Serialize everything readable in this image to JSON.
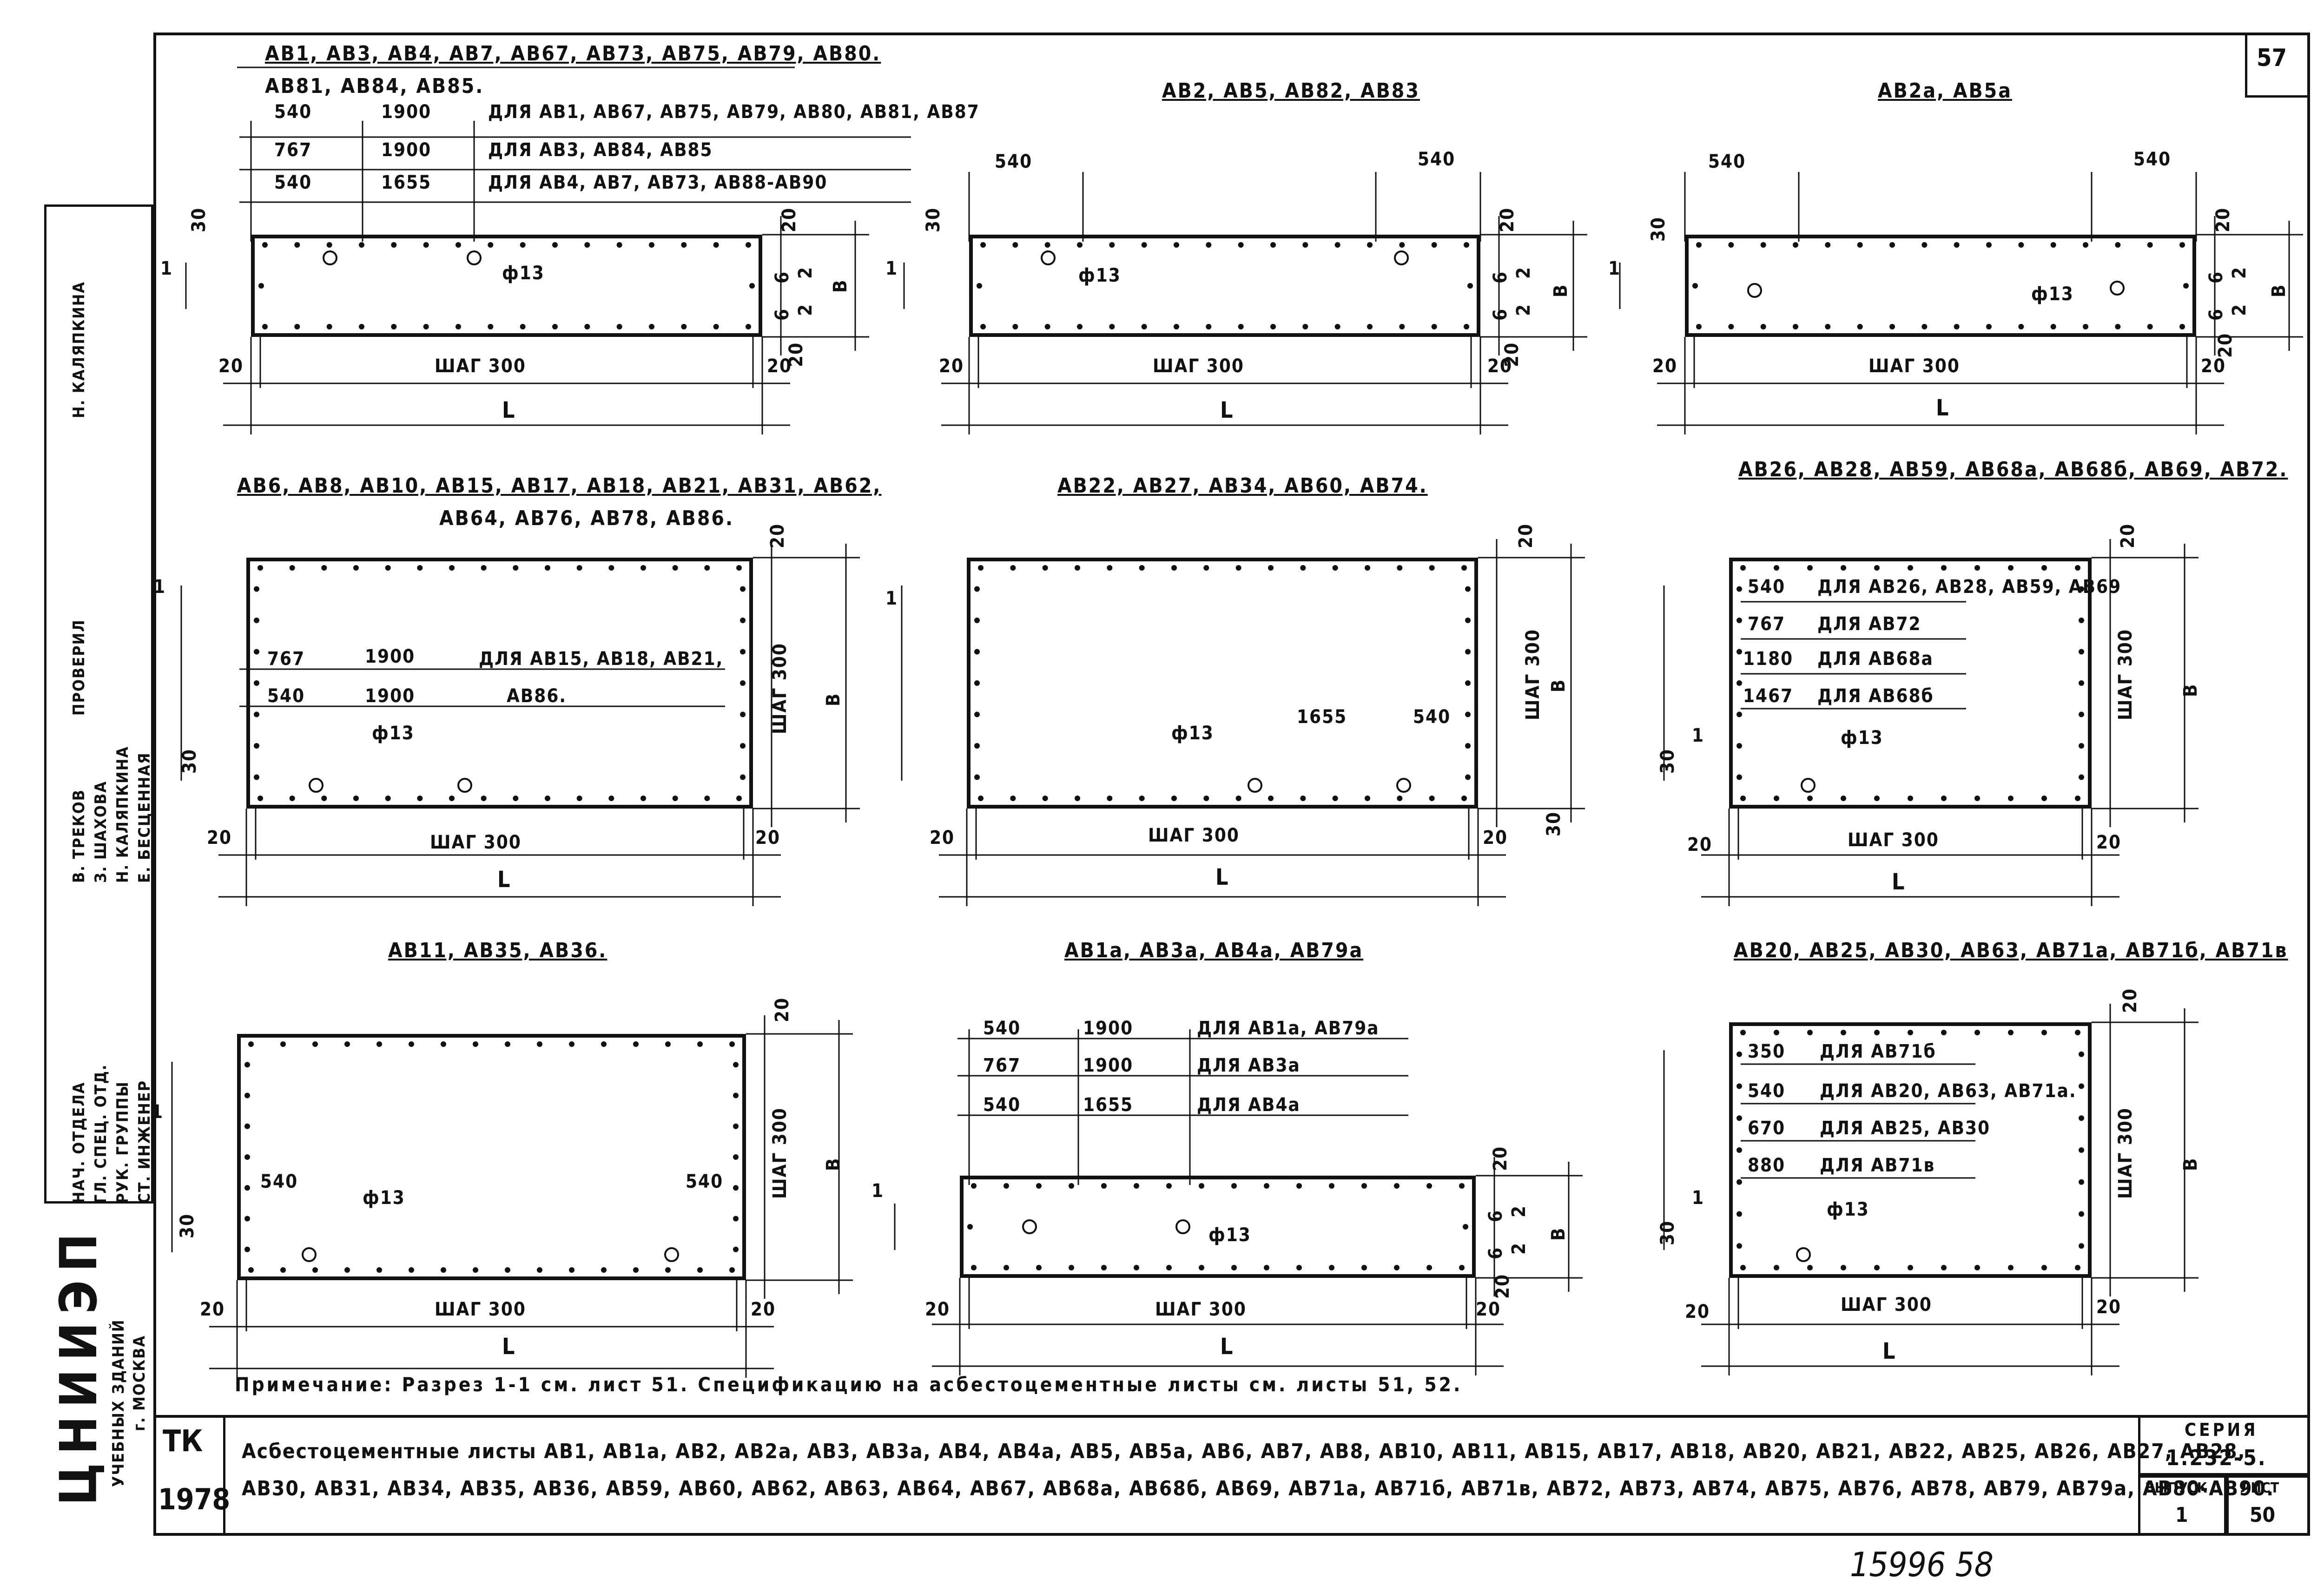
{
  "sheet": {
    "corner_number": "57",
    "bottom_handwriting": "15996  58"
  },
  "stamp": {
    "roles": [
      "НАЧ. ОТДЕЛА",
      "ГЛ. СПЕЦ. ОТД.",
      "РУК. ГРУППЫ",
      "СТ. ИНЖЕНЕР"
    ],
    "names": [
      "В. ТРЕКОВ",
      "З. ШАХОВА",
      "Н. КАЛЯПКИНА",
      "Е. БЕСЦЕННАЯ"
    ],
    "checked": "ПРОВЕРИЛ",
    "checker": "Н. КАЛЯПКИНА",
    "institute": "ЦНИИЭП",
    "institute_sub": "УЧЕБНЫХ ЗДАНИЙ",
    "city": "г. МОСКВА"
  },
  "panels": [
    {
      "id": "p1",
      "title_lines": [
        "АВ1, АВ3, АВ4, АВ7, АВ67, АВ73, АВ75, АВ79, АВ80.",
        "АВ81,  АВ84,  АВ85."
      ],
      "rows": [
        {
          "a": "540",
          "b": "1900",
          "c": "ДЛЯ АВ1, АВ67, АВ75, АВ79, АВ80, АВ81, АВ87"
        },
        {
          "a": "767",
          "b": "1900",
          "c": "ДЛЯ АВ3, АВ84, АВ85"
        },
        {
          "a": "540",
          "b": "1655",
          "c": "ДЛЯ АВ4, АВ7, АВ73, АВ88-АВ90"
        }
      ],
      "hole": "ф13",
      "step": "ШАГ 300",
      "length": "L",
      "width": "В",
      "section_mark": "1",
      "dims": [
        "30",
        "20",
        "20",
        "20",
        "20",
        "6",
        "6",
        "2",
        "2"
      ]
    },
    {
      "id": "p2",
      "title_lines": [
        "АВ2, АВ5, АВ82, АВ83"
      ],
      "dims_top": [
        "540",
        "540"
      ],
      "hole": "ф13",
      "step": "ШАГ 300",
      "length": "L",
      "width": "В",
      "section_mark": "1",
      "dims": [
        "30",
        "20",
        "20",
        "20",
        "20",
        "6",
        "6",
        "2",
        "2"
      ]
    },
    {
      "id": "p3",
      "title_lines": [
        "АВ2а, АВ5а"
      ],
      "dims_top": [
        "540",
        "540"
      ],
      "hole": "ф13",
      "step": "ШАГ 300",
      "length": "L",
      "width": "В",
      "section_mark": "1",
      "dims": [
        "30",
        "20",
        "20",
        "20",
        "20",
        "6",
        "6",
        "2",
        "2"
      ]
    },
    {
      "id": "p4",
      "title_lines": [
        "АВ6, АВ8, АВ10, АВ15, АВ17, АВ18, АВ21, АВ31, АВ62,",
        "АВ64, АВ76, АВ78, АВ86."
      ],
      "rows": [
        {
          "a": "767",
          "b": "1900",
          "c": "ДЛЯ АВ15, АВ18, АВ21,"
        },
        {
          "a": "540",
          "b": "1900",
          "c": "АВ86."
        }
      ],
      "hole": "ф13",
      "step": "ШАГ 300",
      "step_v": "ШАГ 300",
      "length": "L",
      "width": "В",
      "section_mark": "1",
      "dims": [
        "30",
        "20",
        "20",
        "20"
      ]
    },
    {
      "id": "p5",
      "title_lines": [
        "АВ22, АВ27, АВ34, АВ60, АВ74."
      ],
      "dims_in": [
        "1655",
        "540"
      ],
      "hole": "ф13",
      "step": "ШАГ 300",
      "step_v": "ШАГ 300",
      "length": "L",
      "width": "В",
      "section_mark": "1",
      "dims": [
        "20",
        "20",
        "20",
        "30"
      ]
    },
    {
      "id": "p6",
      "title_lines": [
        "АВ26, АВ28, АВ59, АВ68а, АВ68б, АВ69, АВ72."
      ],
      "rows": [
        {
          "a": "540",
          "c": "ДЛЯ АВ26, АВ28, АВ59, АВ69"
        },
        {
          "a": "767",
          "c": "ДЛЯ АВ72"
        },
        {
          "a": "1180",
          "c": "ДЛЯ АВ68а"
        },
        {
          "a": "1467",
          "c": "ДЛЯ АВ68б"
        }
      ],
      "hole": "ф13",
      "step": "ШАГ 300",
      "step_v": "ШАГ 300",
      "length": "L",
      "width": "В",
      "section_mark": "1",
      "dims": [
        "30",
        "20",
        "20",
        "20"
      ]
    },
    {
      "id": "p7",
      "title_lines": [
        "АВ11, АВ35, АВ36."
      ],
      "dims_in": [
        "540",
        "540"
      ],
      "hole": "ф13",
      "step": "ШАГ 300",
      "step_v": "ШАГ 300",
      "length": "L",
      "width": "В",
      "section_mark": "1",
      "dims": [
        "30",
        "20",
        "20",
        "20"
      ]
    },
    {
      "id": "p8",
      "title_lines": [
        "АВ1а, АВ3а, АВ4а, АВ79а"
      ],
      "rows": [
        {
          "a": "540",
          "b": "1900",
          "c": "ДЛЯ АВ1а, АВ79а"
        },
        {
          "a": "767",
          "b": "1900",
          "c": "ДЛЯ АВ3а"
        },
        {
          "a": "540",
          "b": "1655",
          "c": "ДЛЯ АВ4а"
        }
      ],
      "hole": "ф13",
      "step": "ШАГ 300",
      "length": "L",
      "width": "В",
      "section_mark": "1",
      "dims": [
        "20",
        "20",
        "20",
        "20",
        "6",
        "6",
        "2",
        "2"
      ]
    },
    {
      "id": "p9",
      "title_lines": [
        "АВ20, АВ25, АВ30, АВ63, АВ71а, АВ71б, АВ71в"
      ],
      "rows": [
        {
          "a": "350",
          "c": "ДЛЯ АВ71б"
        },
        {
          "a": "540",
          "c": "ДЛЯ АВ20, АВ63, АВ71а."
        },
        {
          "a": "670",
          "c": "ДЛЯ АВ25, АВ30"
        },
        {
          "a": "880",
          "c": "ДЛЯ АВ71в"
        }
      ],
      "hole": "ф13",
      "step": "ШАГ 300",
      "step_v": "ШАГ 300",
      "length": "L",
      "width": "В",
      "section_mark": "1",
      "dims": [
        "30",
        "20",
        "20",
        "20"
      ]
    }
  ],
  "note": "Примечание: Разрез 1-1 см. лист 51. Спецификацию на асбестоцементные листы см. листы 51, 52.",
  "title_block": {
    "code": "ТК",
    "year": "1978",
    "title_line1": "Асбестоцементные листы АВ1, АВ1а, АВ2, АВ2а, АВ3, АВ3а, АВ4, АВ4а, АВ5, АВ5а, АВ6, АВ7, АВ8, АВ10, АВ11, АВ15, АВ17, АВ18, АВ20, АВ21, АВ22, АВ25, АВ26, АВ27, АВ28,",
    "title_line2": "АВ30, АВ31, АВ34, АВ35, АВ36, АВ59, АВ60, АВ62, АВ63, АВ64, АВ67, АВ68а, АВ68б, АВ69, АВ71а, АВ71б, АВ71в, АВ72, АВ73, АВ74, АВ75, АВ76, АВ78, АВ79, АВ79а, АВ80-АВ90.",
    "series_label": "СЕРИЯ",
    "series": "1.232-5.",
    "issue_label": "ВЫПУСК",
    "issue": "1",
    "sheet_label": "ЛИСТ",
    "sheet": "50"
  }
}
